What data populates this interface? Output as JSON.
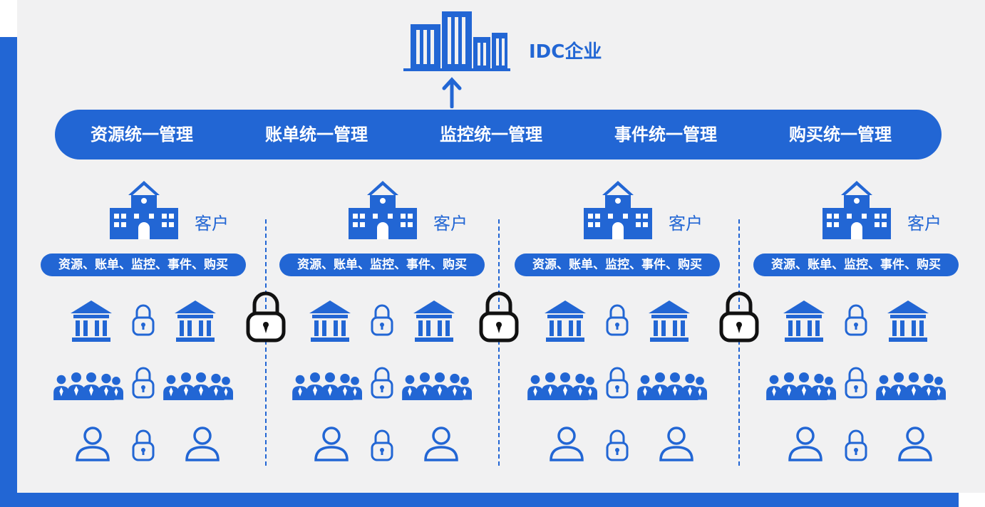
{
  "brand": {
    "accent": "#2266d4",
    "panel": "#f1f1f2"
  },
  "top": {
    "company_label": "IDC企业"
  },
  "management": [
    "资源统一管理",
    "账单统一管理",
    "监控统一管理",
    "事件统一管理",
    "购买统一管理"
  ],
  "customers": [
    {
      "label": "客户",
      "scope": "资源、账单、监控、事件、购买"
    },
    {
      "label": "客户",
      "scope": "资源、账单、监控、事件、购买"
    },
    {
      "label": "客户",
      "scope": "资源、账单、监控、事件、购买"
    },
    {
      "label": "客户",
      "scope": "资源、账单、监控、事件、购买"
    }
  ],
  "icons": [
    "office-buildings-icon",
    "up-arrow-icon",
    "school-icon",
    "bank-icon",
    "group-icon",
    "person-icon",
    "lock-icon"
  ]
}
